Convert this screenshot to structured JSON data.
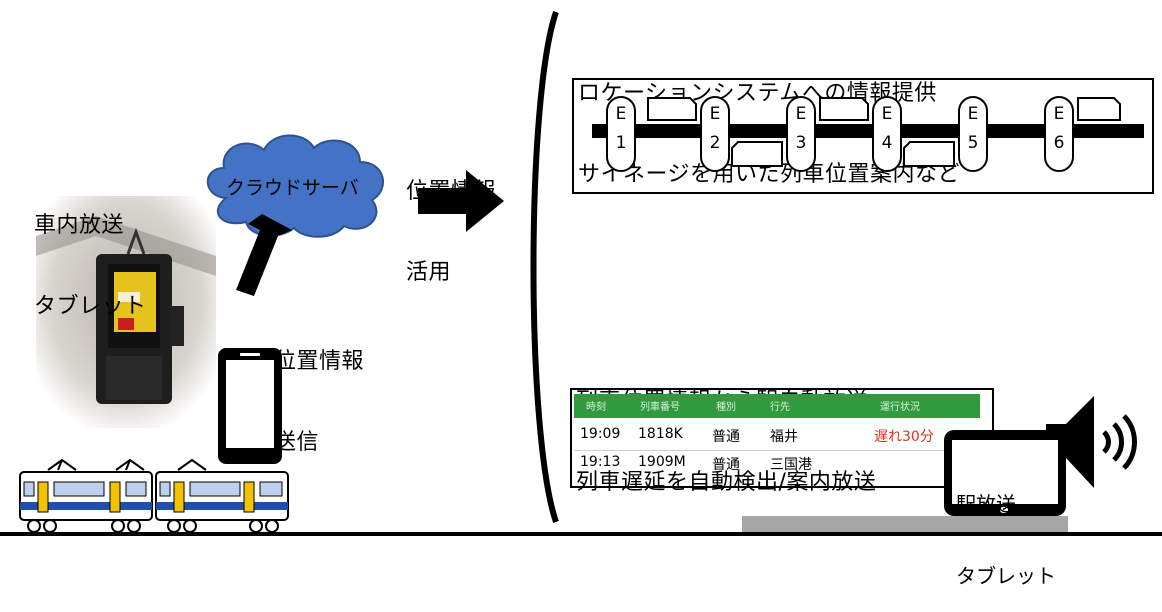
{
  "left": {
    "tablet_label": [
      "車内放送",
      "タブレット"
    ],
    "send_label": [
      "位置情報",
      "送信"
    ],
    "cloud_label": "クラウドサーバ"
  },
  "middle": {
    "utilize_label": [
      "位置情報",
      "活用"
    ]
  },
  "top_right": {
    "title_lines": [
      "ロケーションシステムへの情報提供",
      "サイネージを用いた列車位置案内など"
    ],
    "stations": [
      {
        "letter": "E",
        "number": "1"
      },
      {
        "letter": "E",
        "number": "2"
      },
      {
        "letter": "E",
        "number": "3"
      },
      {
        "letter": "E",
        "number": "4"
      },
      {
        "letter": "E",
        "number": "5"
      },
      {
        "letter": "E",
        "number": "6"
      }
    ]
  },
  "bottom_right": {
    "title_lines": [
      "列車位置情報から駅自動放送",
      "列車遅延を自動検出/案内放送"
    ],
    "board_headers": [
      "時刻",
      "列車番号",
      "種別",
      "行先",
      "運行状況"
    ],
    "board_rows": [
      {
        "time": "19:09",
        "train": "1818K",
        "type": "普通",
        "dest": "福井",
        "status": "遅れ30分"
      },
      {
        "time": "19:13",
        "train": "1909M",
        "type": "普通",
        "dest": "三国港",
        "status": ""
      }
    ],
    "station_tablet_label": [
      "駅放送",
      "タブレット"
    ]
  },
  "colors": {
    "cloud_fill": "#4472c4",
    "arrow": "#000000",
    "board_header": "#2f9a3e",
    "delay_text": "#e0321e",
    "train_blue": "#1f4fa8",
    "train_yellow": "#f2c200",
    "platform": "#a6a6a6"
  }
}
